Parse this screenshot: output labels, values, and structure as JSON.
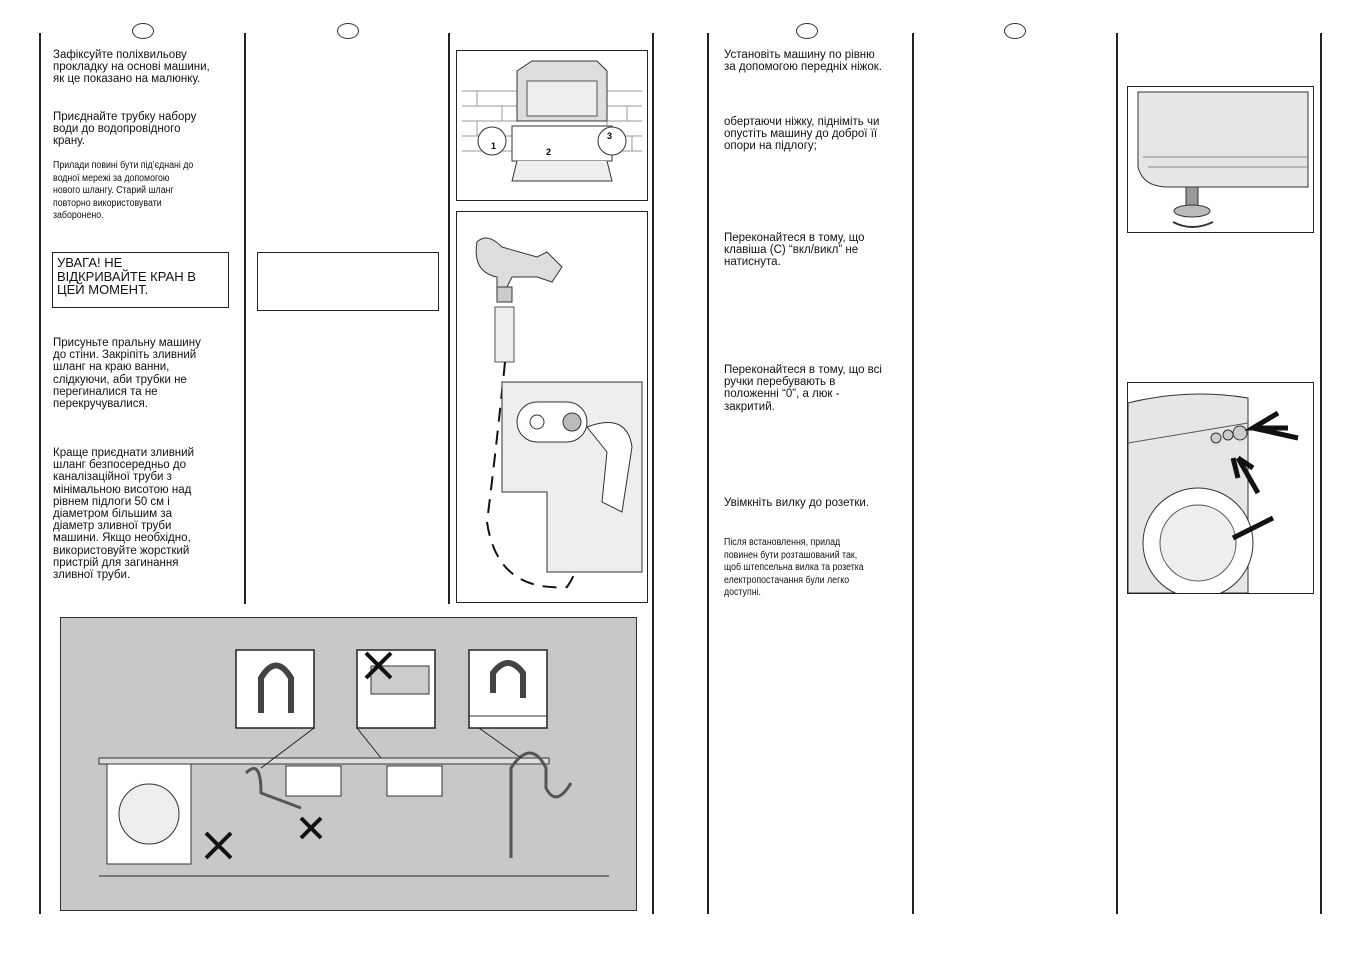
{
  "left_page": {
    "col1": {
      "p1": "Зафіксуйте поліхвильову\nпрокладку на основі машини,\nяк це показано на малюнку.",
      "p2": "Приєднайте трубку набору\nводи до водопровідного\nкрану.",
      "note1": "Прилади повині бути під’єднані до\nводної мережі за допомогою\nнового шлангу. Старий шланг\nповторно використовувати\nзаборонено.",
      "warning": "УВАГА! НЕ\nВІДКРИВАЙТЕ КРАН В\nЦЕЙ МОМЕНТ.",
      "p3": "Присуньте пральну машину\nдо стіни. Закріпіть зливний\nшланг на краю ванни,\nслідкуючи, аби трубки не\nперегиналися та не\nперекручувалися.",
      "p4": "Краще приєднати зливний\nшланг безпосередньо до\nканалізаційної труби з\nмінімальною висотою над\nрівнем підлоги 50 см і\nдіаметром більшим за\nдіаметр зливної труби\nмашини. Якщо необхідно,\nвикористовуйте жорсткий\nпристрій для загинання\nзливної труби."
    },
    "figure_labels": [
      "1",
      "2",
      "3"
    ]
  },
  "right_page": {
    "p1": "Установіть машину по рівню\nза допомогою передніх ніжок.",
    "p2": "обертаючи ніжку, підніміть чи\nопустіть машину до доброї її\nопори на підлогу;",
    "p3": "Переконайтеся в тому, що\nклавіша (С) “вкл/викл” не\nнатиснута.",
    "p4": "Переконайтеся в тому, що всі\nручки перебувають в\nположенні “0”, а люк -\nзакритий.",
    "p5": "Увімкніть вилку до розетки.",
    "note": "Після встановлення, прилад\nповинен бути розташований так,\nщоб штепсельна вилка та розетка\nелектропостачання були легко\nдоступні."
  }
}
